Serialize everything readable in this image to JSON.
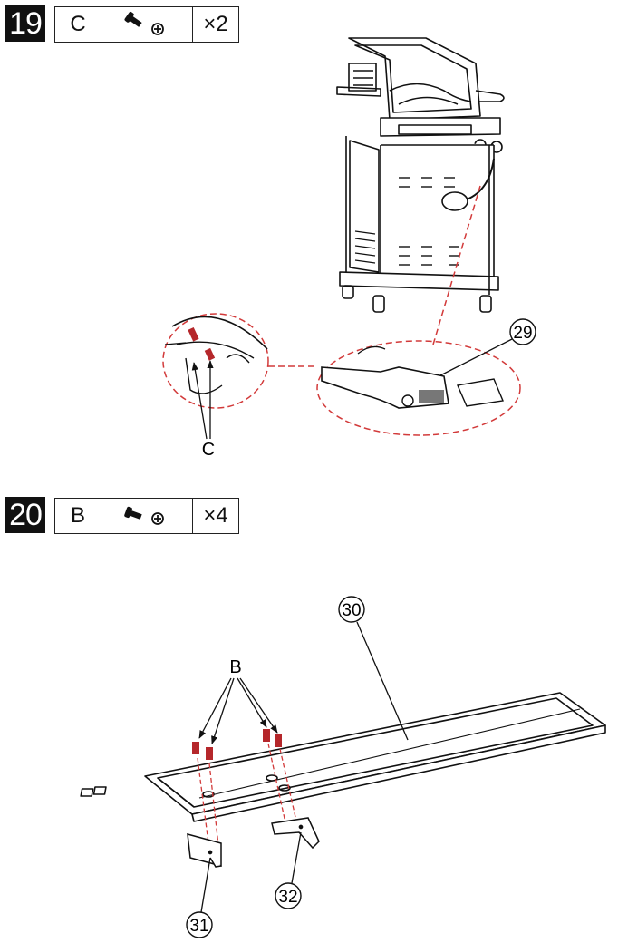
{
  "step19": {
    "number": "19",
    "part_letter": "C",
    "screw_icon": "screw-phillips-icon",
    "quantity": "×2",
    "callout_part": "29",
    "callout_letter": "C"
  },
  "step20": {
    "number": "20",
    "part_letter": "B",
    "screw_icon": "screw-phillips-icon",
    "quantity": "×4",
    "callout_letter": "B",
    "callout_tray": "30",
    "callout_bracket_left": "31",
    "callout_bracket_right": "32"
  },
  "colors": {
    "ink": "#111111",
    "dashed_red": "#d23a3a",
    "screw_red": "#b5272b"
  }
}
